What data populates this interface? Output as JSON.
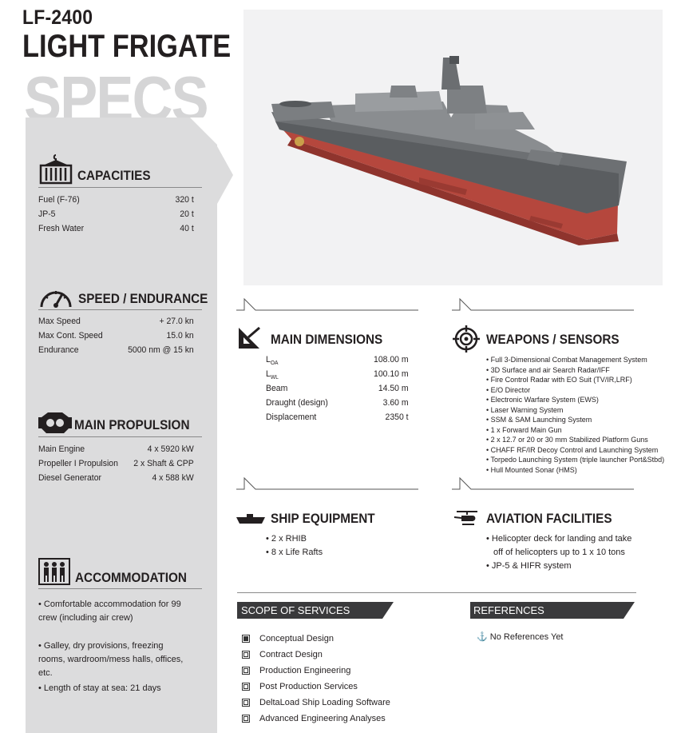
{
  "header": {
    "code": "LF-2400",
    "title": "LIGHT FRIGATE",
    "specs": "SPECS"
  },
  "capacities": {
    "title": "CAPACITIES",
    "rows": [
      {
        "label": "Fuel (F-76)",
        "value": "320 t"
      },
      {
        "label": "JP-5",
        "value": "20 t"
      },
      {
        "label": "Fresh Water",
        "value": "40 t"
      }
    ]
  },
  "speed": {
    "title": "SPEED / ENDURANCE",
    "rows": [
      {
        "label": "Max Speed",
        "value": "+ 27.0 kn"
      },
      {
        "label": "Max Cont. Speed",
        "value": "15.0 kn"
      },
      {
        "label": "Endurance",
        "value": "5000 nm @ 15 kn"
      }
    ]
  },
  "propulsion": {
    "title": "MAIN PROPULSION",
    "rows": [
      {
        "label": "Main Engine",
        "value": "4 x 5920 kW"
      },
      {
        "label": "Propeller I Propulsion",
        "value": "2 x Shaft & CPP"
      },
      {
        "label": "Diesel Generator",
        "value": "4 x 588 kW"
      }
    ]
  },
  "accommodation": {
    "title": "ACCOMMODATION",
    "items": [
      "Comfortable accommodation for 99 crew (including air crew)",
      "Galley, dry provisions, freezing rooms, wardroom/mess halls, offices, etc.",
      "Length of stay at sea: 21 days"
    ]
  },
  "dimensions": {
    "title": "MAIN DIMENSIONS",
    "rows": [
      {
        "label": "L",
        "sub": "OA",
        "value": "108.00 m"
      },
      {
        "label": "L",
        "sub": "WL",
        "value": "100.10 m"
      },
      {
        "label": "Beam",
        "sub": "",
        "value": "14.50 m"
      },
      {
        "label": "Draught (design)",
        "sub": "",
        "value": "3.60 m"
      },
      {
        "label": "Displacement",
        "sub": "",
        "value": "2350 t"
      }
    ]
  },
  "weapons": {
    "title": "WEAPONS / SENSORS",
    "items": [
      "Full 3-Dimensional Combat Management System",
      "3D Surface and air Search Radar/IFF",
      "Fire Control Radar with EO Suit (TV/IR,LRF)",
      "E/O Director",
      "Electronic Warfare System (EWS)",
      "Laser Warning System",
      "SSM & SAM Launching System",
      "1 x Forward Main Gun",
      "2 x 12.7 or 20 or 30 mm Stabilized Platform Guns",
      "CHAFF RF/IR Decoy Control and Launching System",
      "Torpedo Launching System (triple launcher Port&Stbd)",
      "Hull Mounted Sonar (HMS)"
    ]
  },
  "equipment": {
    "title": "SHIP EQUIPMENT",
    "items": [
      "2 x RHIB",
      "8 x Life Rafts"
    ]
  },
  "aviation": {
    "title": "AVIATION FACILITIES",
    "items": [
      "Helicopter deck for landing and take off of helicopters up to 1 x 10 tons",
      "JP-5 & HIFR system"
    ]
  },
  "services": {
    "title": "SCOPE OF SERVICES",
    "items": [
      {
        "label": "Conceptual Design",
        "checked": true
      },
      {
        "label": "Contract Design",
        "checked": false
      },
      {
        "label": "Production Engineering",
        "checked": false
      },
      {
        "label": "Post Production Services",
        "checked": false
      },
      {
        "label": "DeltaLoad Ship Loading Software",
        "checked": false
      },
      {
        "label": "Advanced Engineering Analyses",
        "checked": false
      }
    ]
  },
  "references": {
    "title": "REFERENCES",
    "text": "No References Yet"
  },
  "colors": {
    "sidebar": "#dcdcdd",
    "hull_red": "#b5473d",
    "ship_grey": "#6d7073"
  }
}
